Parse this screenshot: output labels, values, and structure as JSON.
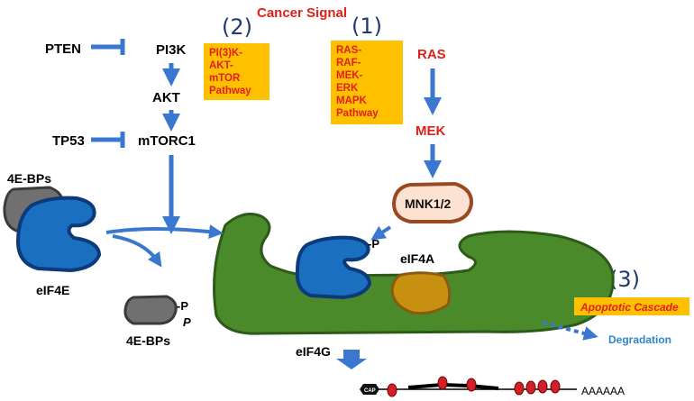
{
  "title": "Cancer Signal",
  "markers": {
    "one": "(1)",
    "two": "(2)",
    "three": "(3)"
  },
  "pi3k_pathway": {
    "nodes": {
      "pten": "PTEN",
      "pi3k": "PI3K",
      "akt": "AKT",
      "tp53": "TP53",
      "mtorc1": "mTORC1"
    },
    "box_lines": [
      "PI(3)K-",
      "AKT-",
      "mTOR",
      "Pathway"
    ]
  },
  "mapk_pathway": {
    "nodes": {
      "ras": "RAS",
      "mek": "MEK",
      "mnk": "MNK1/2"
    },
    "box_lines": [
      "RAS-",
      "RAF-",
      "MEK-",
      "ERK",
      "MAPK",
      "Pathway"
    ]
  },
  "complex": {
    "bp_top": "4E-BPs",
    "eif4e": "eIF4E",
    "bp_bottom": "4E-BPs",
    "phospho": "-P",
    "phospho2": "P",
    "eif4e_p": "-P",
    "eif4a": "eIF4A",
    "eif4g": "eIF4G"
  },
  "apoptotic": "Apoptotic Cascade",
  "degradation": "Degradation",
  "mrna": {
    "cap": "CAP",
    "polya": "AAAAAA"
  },
  "colors": {
    "arrow": "#3a78d0",
    "box": "#ffc000",
    "red_text": "#e0201a",
    "green": "#4a8a2a",
    "blue_protein": "#1a6fc0",
    "gold": "#c89010",
    "gray": "#707070"
  }
}
